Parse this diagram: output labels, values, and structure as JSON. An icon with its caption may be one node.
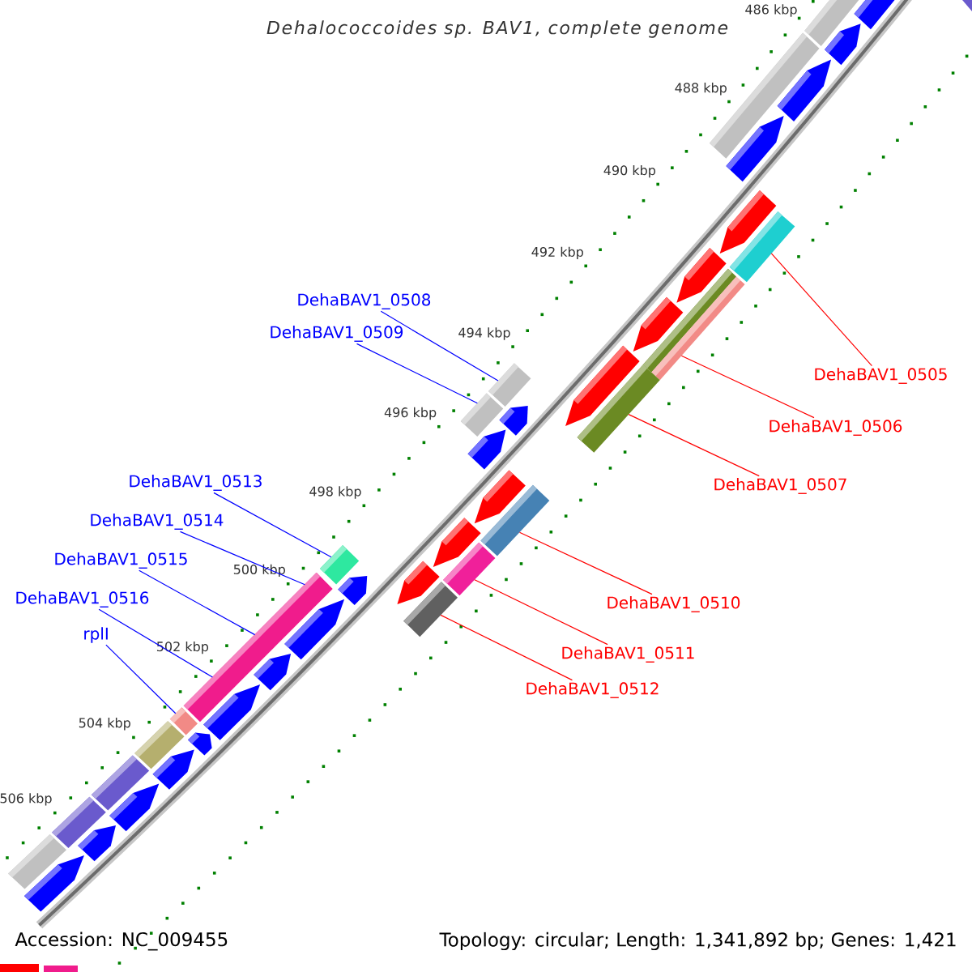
{
  "diagram": {
    "title": "Dehalococcoides sp. BAV1, complete genome",
    "nodes": [
      {
        "text": [
          "DehaBAV1_0508"
        ]
      },
      {
        "text": [
          "DehaBAV1_0509"
        ]
      },
      {
        "text": [
          "DehaBAV1_0505"
        ]
      },
      {
        "text": [
          "DehaBAV1_0506"
        ]
      },
      {
        "text": [
          "DehaBAV1_0507"
        ]
      },
      {
        "text": [
          "DehaBAV1_0513"
        ]
      },
      {
        "text": [
          "DehaBAV1_0514"
        ]
      },
      {
        "text": [
          "DehaBAV1_0515"
        ]
      },
      {
        "text": [
          "DehaBAV1_0516"
        ]
      },
      {
        "text": [
          "rplI"
        ]
      },
      {
        "text": [
          "DehaBAV1_0510"
        ]
      },
      {
        "text": [
          "DehaBAV1_0511"
        ]
      },
      {
        "text": [
          "DehaBAV1_0512"
        ]
      },
      {
        "text": [],
        "shape": "box"
      },
      {
        "text": [],
        "shape": "box"
      },
      {
        "text": [],
        "shape": "box"
      },
      {
        "text": [],
        "shape": "box"
      },
      {
        "text": [],
        "shape": "box"
      },
      {
        "text": [],
        "shape": "box"
      },
      {
        "text": [],
        "shape": "box"
      },
      {
        "text": [],
        "shape": "box"
      },
      {
        "text": [],
        "shape": "box"
      },
      {
        "text": [],
        "shape": "box"
      },
      {
        "text": [],
        "shape": "box"
      }
    ],
    "edges": [
      {
        "from": 0,
        "to": 13,
        "arrow": "none"
      },
      {
        "from": 1,
        "to": 14,
        "arrow": "none"
      },
      {
        "from": 2,
        "to": 15,
        "arrow": "none",
        "color": "#ff0000"
      },
      {
        "from": 3,
        "to": 16,
        "arrow": "none",
        "color": "#ff0000"
      },
      {
        "from": 4,
        "to": 17,
        "arrow": "none",
        "color": "#ff0000"
      },
      {
        "from": 5,
        "to": 18,
        "arrow": "none"
      },
      {
        "from": 6,
        "to": 19,
        "arrow": "none"
      },
      {
        "from": 7,
        "to": 19,
        "arrow": "none"
      },
      {
        "from": 8,
        "to": 19,
        "arrow": "none"
      },
      {
        "from": 9,
        "to": 20,
        "arrow": "none"
      },
      {
        "from": 10,
        "to": 21,
        "arrow": "none",
        "color": "#ff0000"
      },
      {
        "from": 11,
        "to": 22,
        "arrow": "none",
        "color": "#ff0000"
      },
      {
        "from": 12,
        "to": 23,
        "arrow": "none",
        "color": "#ff0000"
      }
    ],
    "labels": [
      "486 kbp",
      "488 kbp",
      "490 kbp",
      "492 kbp",
      "494 kbp",
      "496 kbp",
      "498 kbp",
      "500 kbp",
      "502 kbp",
      "504 kbp",
      "506 kbp",
      "Accession: NC_009455",
      "Topology: circular; Length: 1,341,892 bp; Genes: 1,421"
    ]
  }
}
